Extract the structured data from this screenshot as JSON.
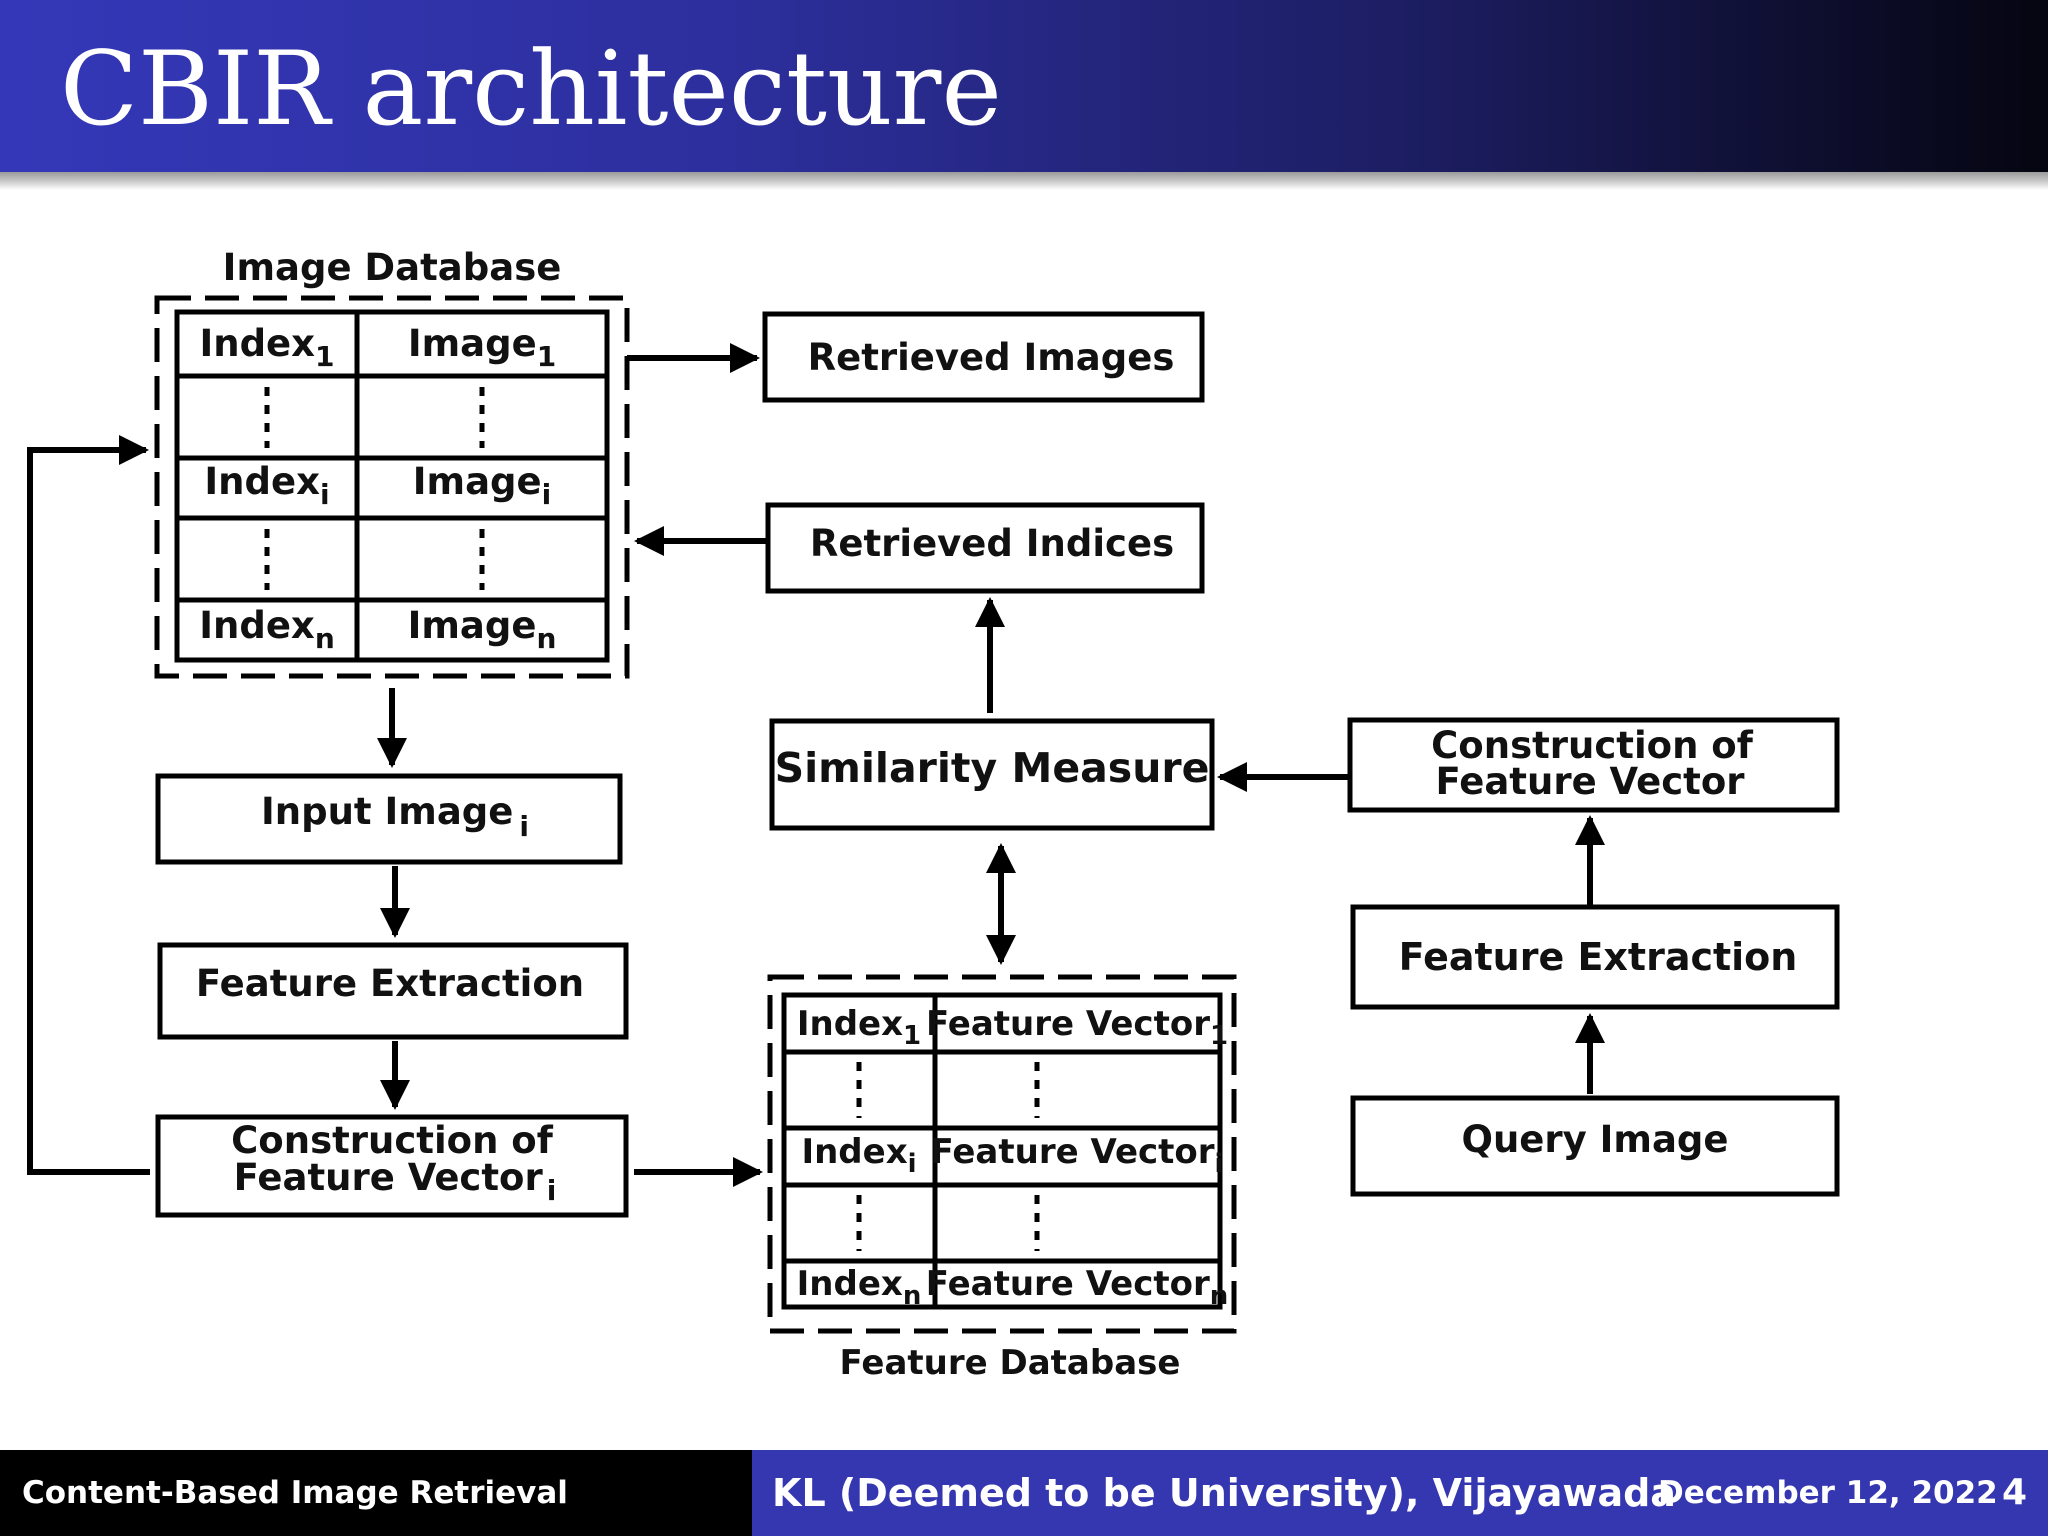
{
  "slide": {
    "title": "CBIR architecture"
  },
  "diagram": {
    "image_db": {
      "label": "Image Database",
      "rows": [
        {
          "index": "Index",
          "index_sub": "1",
          "image": "Image",
          "image_sub": "1"
        },
        {
          "index": "Index",
          "index_sub": "i",
          "image": "Image",
          "image_sub": "i"
        },
        {
          "index": "Index",
          "index_sub": "n",
          "image": "Image",
          "image_sub": "n"
        }
      ]
    },
    "retrieved_images": "Retrieved Images",
    "retrieved_indices": "Retrieved Indices",
    "similarity": "Similarity Measure",
    "construction_right": {
      "line1": "Construction of",
      "line2": "Feature Vector"
    },
    "input_image": {
      "text": "Input Image",
      "sub": "i"
    },
    "feature_extraction_left": "Feature Extraction",
    "feature_extraction_right": "Feature Extraction",
    "construction_left": {
      "line1": "Construction of",
      "line2": "Feature Vector",
      "sub": "i"
    },
    "query_image": "Query Image",
    "feature_db": {
      "label": "Feature Database",
      "rows": [
        {
          "index": "Index",
          "index_sub": "1",
          "vector": "Feature Vector",
          "vector_sub": "1"
        },
        {
          "index": "Index",
          "index_sub": "i",
          "vector": "Feature Vector",
          "vector_sub": "i"
        },
        {
          "index": "Index",
          "index_sub": "n",
          "vector": "Feature Vector",
          "vector_sub": "n"
        }
      ]
    }
  },
  "footer": {
    "course": "Content-Based Image Retrieval",
    "university": "KL (Deemed to be University), Vijayawada",
    "date": "December 12, 2022",
    "page": "4"
  }
}
